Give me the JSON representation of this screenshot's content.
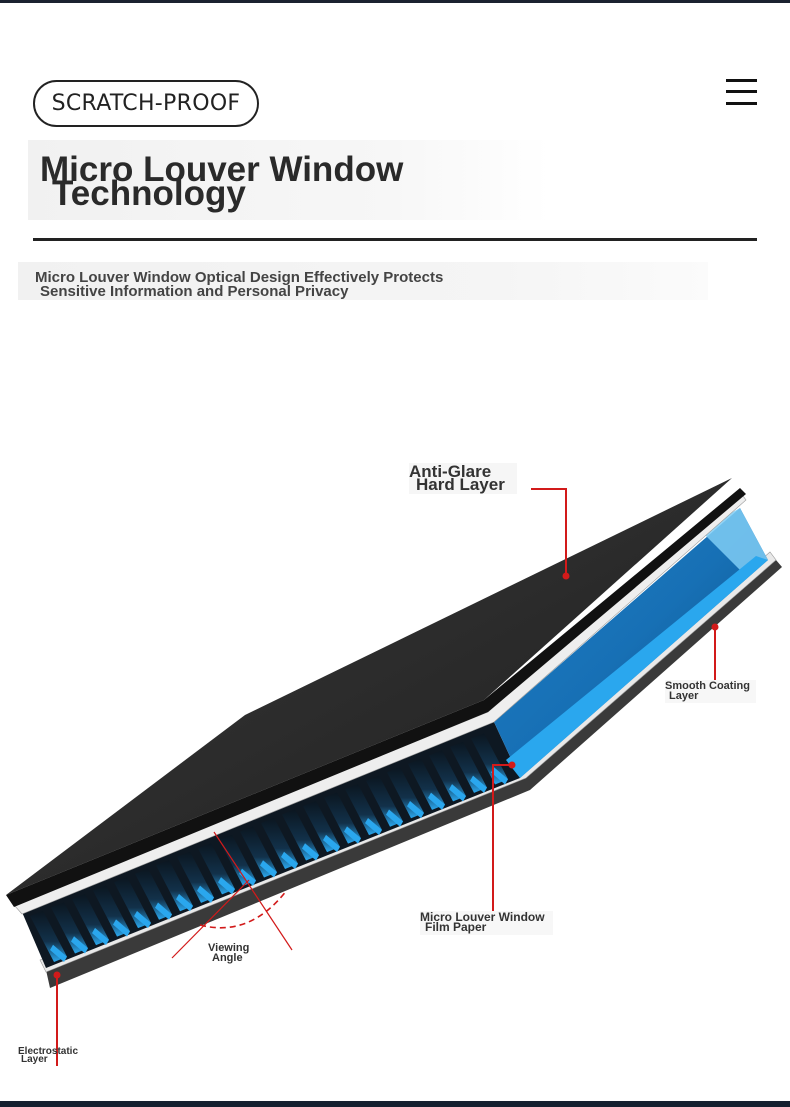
{
  "badge": {
    "label": "SCRATCH-PROOF"
  },
  "menu": {
    "icon": "hamburger-menu-icon"
  },
  "heading": {
    "title_line1": "Micro Louver Window",
    "title_line2": "Technology",
    "subtitle_line1": "Micro Louver Window Optical Design Effectively Protects",
    "subtitle_line2": "Sensitive Information and Personal Privacy"
  },
  "diagram": {
    "labels": {
      "anti_glare_1": "Anti-Glare",
      "anti_glare_2": "Hard Layer",
      "smooth_1": "Smooth Coating",
      "smooth_2": "Layer",
      "louver_1": "Micro Louver Window",
      "louver_2": "Film Paper",
      "viewing_1": "Viewing",
      "viewing_2": "Angle",
      "electro_1": "Electrostatic",
      "electro_2": "Layer"
    },
    "colors": {
      "top_layer": "#2b2b2b",
      "louver_blue": "#2aa7ee",
      "deep_blue": "#0f4d80",
      "callout_red": "#d21a1a"
    }
  }
}
